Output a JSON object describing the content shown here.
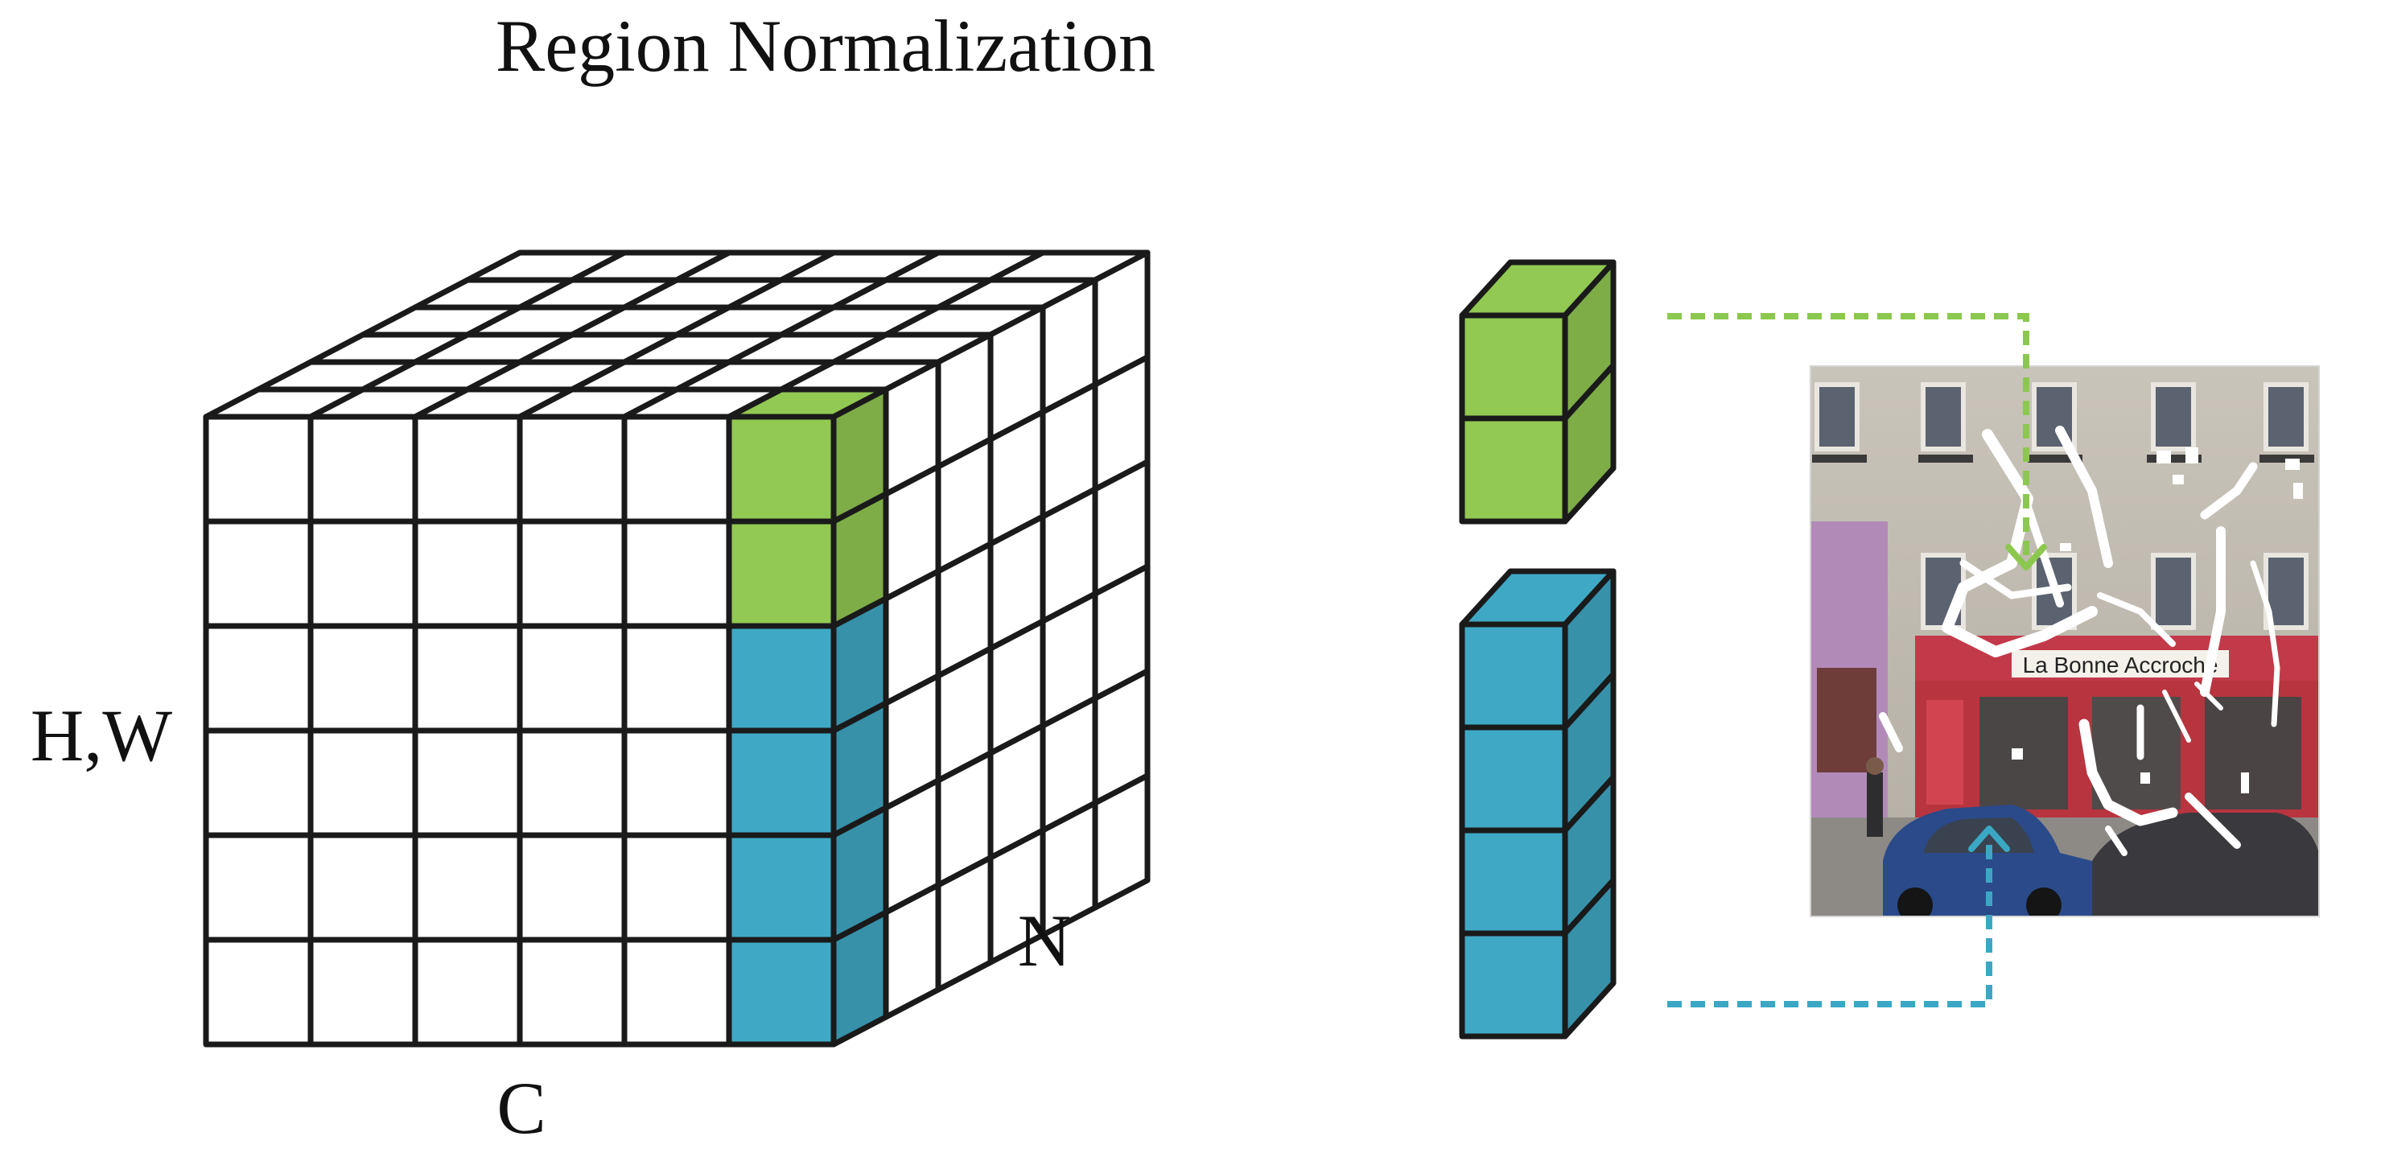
{
  "title": "Region Normalization",
  "labels": {
    "height_width": "H,W",
    "channels": "C",
    "regions": "N"
  },
  "tensor": {
    "rows": 6,
    "cols": 6,
    "depth": 6,
    "highlighted_column": 6,
    "green_rows": [
      1,
      2
    ],
    "blue_rows": [
      3,
      4,
      5,
      6
    ]
  },
  "region_blocks": [
    {
      "name": "green-region",
      "cells": 2
    },
    {
      "name": "blue-region",
      "cells": 4
    }
  ],
  "colors": {
    "green": "#92c952",
    "blue": "#3fa9c5",
    "stroke": "#1a1a1a",
    "cell": "#ffffff",
    "green_dash": "#8cc84f",
    "blue_dash": "#3aa8c4"
  },
  "photo": {
    "sign_text": "La Bonne Accroche"
  }
}
